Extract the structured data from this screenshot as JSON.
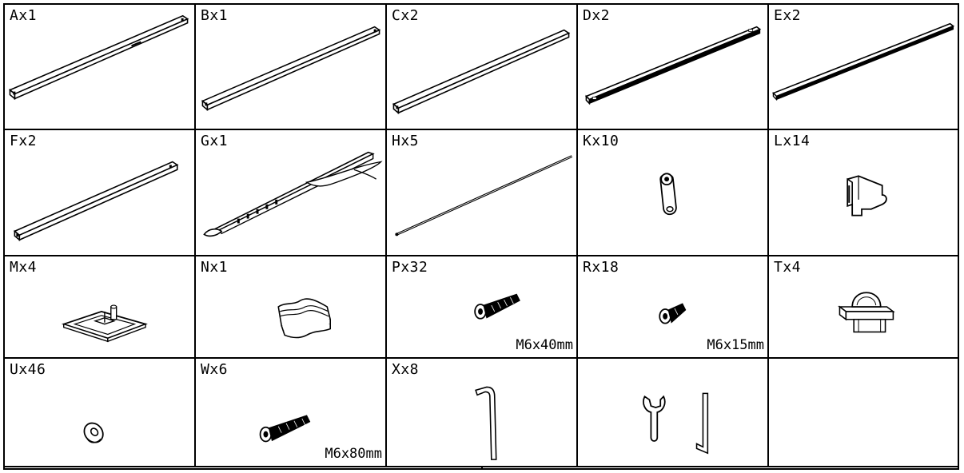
{
  "parts": [
    {
      "id": "A",
      "label": "Ax1",
      "icon": "rail-a-icon"
    },
    {
      "id": "B",
      "label": "Bx1",
      "icon": "rail-b-icon"
    },
    {
      "id": "C",
      "label": "Cx2",
      "icon": "rail-c-icon"
    },
    {
      "id": "D",
      "label": "Dx2",
      "icon": "rail-d-icon"
    },
    {
      "id": "E",
      "label": "Ex2",
      "icon": "rail-e-icon"
    },
    {
      "id": "F",
      "label": "Fx2",
      "icon": "rail-f-icon"
    },
    {
      "id": "G",
      "label": "Gx1",
      "icon": "slat-frame-icon"
    },
    {
      "id": "H",
      "label": "Hx5",
      "icon": "thin-rod-icon"
    },
    {
      "id": "K",
      "label": "Kx10",
      "icon": "hook-link-icon"
    },
    {
      "id": "L",
      "label": "Lx14",
      "icon": "bracket-clip-icon"
    },
    {
      "id": "M",
      "label": "Mx4",
      "icon": "base-plate-icon"
    },
    {
      "id": "N",
      "label": "Nx1",
      "icon": "fabric-cover-icon"
    },
    {
      "id": "P",
      "label": "Px32",
      "icon": "bolt-icon",
      "spec": "M6x40mm"
    },
    {
      "id": "R",
      "label": "Rx18",
      "icon": "short-bolt-icon",
      "spec": "M6x15mm"
    },
    {
      "id": "T",
      "label": "Tx4",
      "icon": "foot-cap-icon"
    },
    {
      "id": "U",
      "label": "Ux46",
      "icon": "washer-icon"
    },
    {
      "id": "W",
      "label": "Wx6",
      "icon": "long-bolt-icon",
      "spec": "M6x80mm"
    },
    {
      "id": "X",
      "label": "Xx8",
      "icon": "allen-key-icon"
    },
    {
      "id": "tools",
      "label": "",
      "icon": "wrench-and-allen-key-icon"
    },
    {
      "id": "empty",
      "label": "",
      "icon": ""
    }
  ]
}
